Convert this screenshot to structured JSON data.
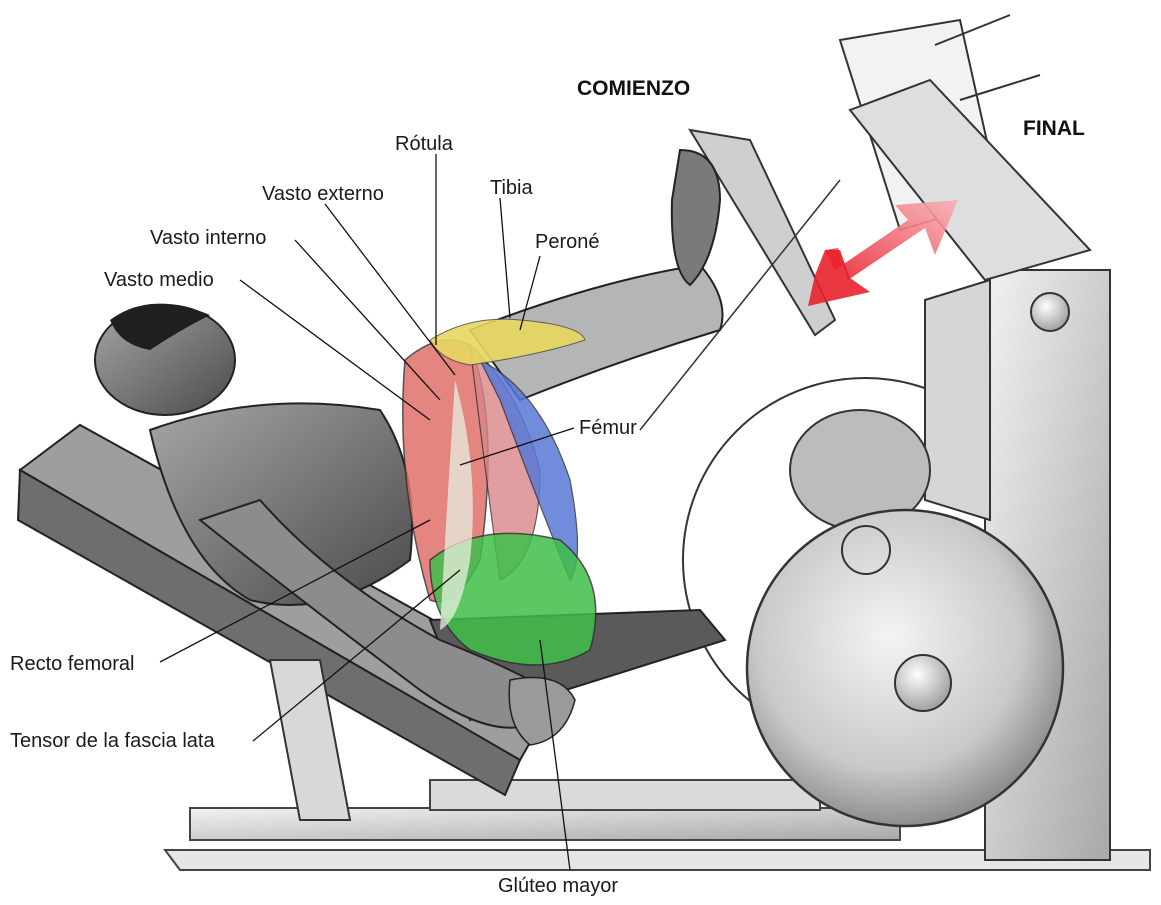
{
  "phases": {
    "start": "COMIENZO",
    "end": "FINAL"
  },
  "labels": {
    "rotula": "Rótula",
    "vasto_externo": "Vasto externo",
    "tibia": "Tibia",
    "vasto_interno": "Vasto interno",
    "perone": "Peroné",
    "vasto_medio": "Vasto medio",
    "femur": "Fémur",
    "recto_femoral": "Recto femoral",
    "tensor_fascia_lata": "Tensor de la fascia lata",
    "gluteo_mayor": "Glúteo mayor"
  },
  "colors": {
    "quad_red": "#e0706a",
    "blue_muscle": "#5a78d8",
    "glute_green": "#3fbf4a",
    "bone_yellow": "#e8d860",
    "arrow_red": "#e8212e",
    "machine_gray": "#cfcfcf",
    "skin_gray": "#8a8a8a",
    "label_text": "#1a1a1a"
  }
}
